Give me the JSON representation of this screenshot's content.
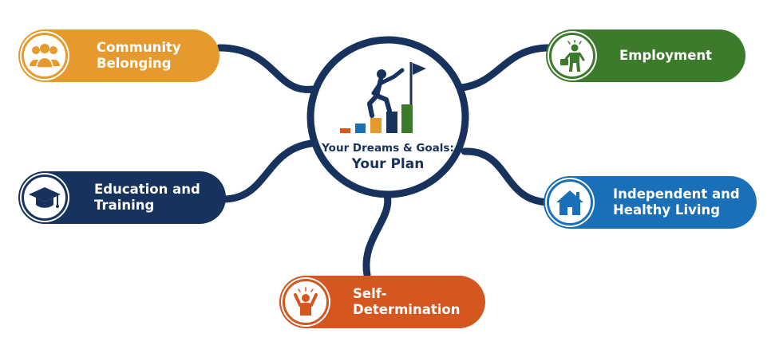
{
  "center": {
    "line1": "Your Dreams & Goals:",
    "line2": "Your Plan",
    "icon": "person-climbing-bars-to-flag-icon"
  },
  "nodes": {
    "community": {
      "line1": "Community",
      "line2": "Belonging",
      "color": "#e69a2e",
      "icon": "group-of-people-icon"
    },
    "education": {
      "line1": "Education and",
      "line2": "Training",
      "color": "#17325c",
      "icon": "graduation-cap-icon"
    },
    "selfdet": {
      "line1": "Self-",
      "line2": "Determination",
      "color": "#d4571f",
      "icon": "person-raising-arms-icon"
    },
    "employment": {
      "line1": "Employment",
      "color": "#3c7a2c",
      "icon": "person-with-briefcase-icon"
    },
    "living": {
      "line1": "Independent and",
      "line2": "Healthy Living",
      "color": "#1a70b8",
      "icon": "house-icon"
    }
  },
  "connector_color": "#17325c",
  "bar_colors": [
    "#d4571f",
    "#1a70b8",
    "#e69a2e",
    "#17325c",
    "#3c7a2c"
  ]
}
